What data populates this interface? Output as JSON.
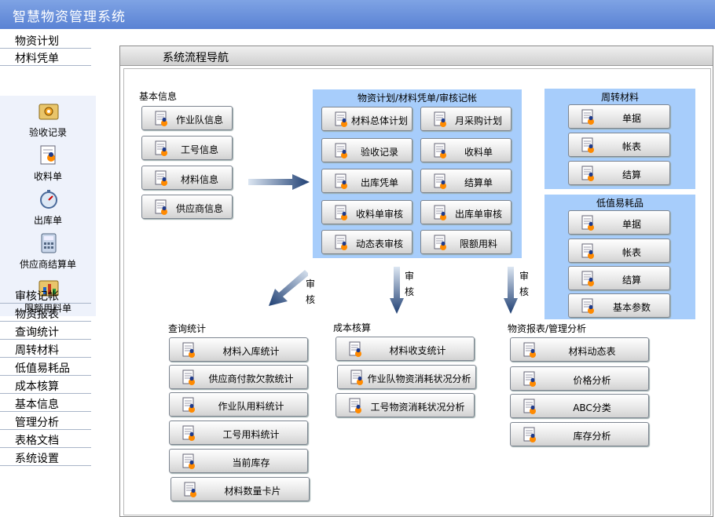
{
  "app": {
    "title": "智慧物资管理系统"
  },
  "sidebar": {
    "menu": [
      "物资计划",
      "材料凭单"
    ],
    "sub_items": [
      "验收记录",
      "收料单",
      "出库单",
      "供应商结算单",
      "限额用料单"
    ],
    "menu_after": [
      "审核记帐",
      "物资报表",
      "查询统计",
      "周转材料",
      "低值易耗品",
      "成本核算",
      "基本信息",
      "管理分析",
      "表格文档",
      "系统设置"
    ]
  },
  "main": {
    "title": "系统流程导航",
    "basic_info": {
      "label": "基本信息",
      "buttons": [
        "作业队信息",
        "工号信息",
        "材料信息",
        "供应商信息"
      ]
    },
    "center_panel": {
      "title": "物资计划/材料凭单/审核记帐",
      "buttons": [
        "材料总体计划",
        "月采购计划",
        "验收记录",
        "收料单",
        "出库凭单",
        "结算单",
        "收料单审核",
        "出库单审核",
        "动态表审核",
        "限额用料"
      ]
    },
    "turnover_panel": {
      "title": "周转材料",
      "buttons": [
        "单据",
        "帐表",
        "结算"
      ]
    },
    "lowvalue_panel": {
      "title": "低值易耗品",
      "buttons": [
        "单据",
        "帐表",
        "结算",
        "基本参数"
      ]
    },
    "arrows": {
      "audit_chars": [
        "审",
        "核"
      ]
    },
    "query_stats": {
      "label": "查询统计",
      "buttons": [
        "材料入库统计",
        "供应商付款欠款统计",
        "作业队用料统计",
        "工号用料统计",
        "当前库存",
        "材料数量卡片"
      ]
    },
    "cost_accounting": {
      "label": "成本核算",
      "buttons": [
        "材料收支统计",
        "作业队物资消耗状况分析",
        "工号物资消耗状况分析"
      ]
    },
    "reports_analysis": {
      "label": "物资报表/管理分析",
      "buttons": [
        "材料动态表",
        "价格分析",
        "ABC分类",
        "库存分析"
      ]
    }
  },
  "colors": {
    "title_bar": "#6a8fdc",
    "panel_bg": "#a7cdfb",
    "arrow": "#1f3f73",
    "sub_panel_bg": "#eef2fb"
  }
}
